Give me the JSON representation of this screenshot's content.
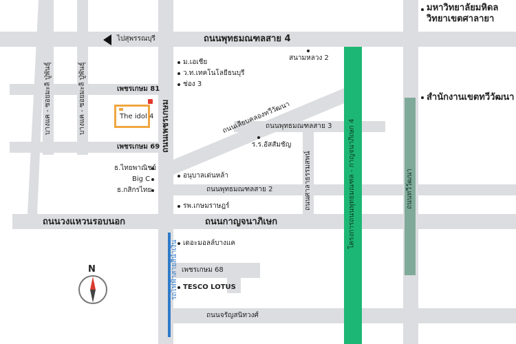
{
  "roads": {
    "main_top": "ถนนพุทธมณฑลสาย 4",
    "main_mid": "ถนนกาญจนาภิเษก",
    "outer_ring": "ถนนวงแหวนรอบนอก",
    "phetkasem_v": "ถนนเพชรเกษม",
    "phetkasem_81": "เพชรเกษม 81",
    "phetkasem_69": "เพชรเกษม 69",
    "phetkasem_68": "เพชรเกษม 68",
    "liab_khlong": "ถนนเลียบคลองทวีวัฒนา",
    "phutthamonthon_3": "ถนนพุทธมณฑลสาย 3",
    "phutthamonthon_2": "ถนนพุทธมณฑลสาย 2",
    "charansanitwong": "ถนนจรัญสนิทวงศ์",
    "left_v1": "บางแค - ซอยมะลิ ปู่พันธุ์",
    "left_v2": "บางแค - ซอยมะลิ ปู่พันธุ์",
    "sai_soi_v": "ถนนศาลาธรรมสพน์",
    "green_road": "โครงการถนนพุทธมณฑล - กาญจนาภิเษก 4",
    "teal_road": "ถนนทวีวัฒนา",
    "blue_road": "รถไฟฟ้าสายสีน้ำเงิน"
  },
  "places": {
    "to_suphan": "ไปสุพรรณบุรี",
    "mahidol_1": "มหาวิทยาลัยมหิดล",
    "mahidol_2": "วิทยาเขตศาลายา",
    "district_office": "สำนักงานเขตทวีวัฒนา",
    "sanam_luang_2": "สนามหลวง 2",
    "m_asia": "ม.เอเชีย",
    "tech": "ว.ท.เทคโนโลยีธนบุรี",
    "ch3": "ช่อง 3",
    "rr_school": "ร.ร.อัสสัมชัญ",
    "kasikorn": "ธ.ไทยพาณิชย์",
    "bigc": "Big C",
    "kasikorn2": "ธ.กสิกรไทย",
    "kindergarten": "อนุบาลเด่นหล้า",
    "hospital": "รพ.เกษมราษฎร์",
    "mall": "เดอะมอลล์บางแค",
    "tesco": "TESCO LOTUS",
    "project": "The idol 4"
  },
  "compass_label": "N",
  "colors": {
    "road": "#dcdde0",
    "green_road": "#1db775",
    "teal_road": "#7faa9a",
    "blue_line": "#2f7ac9",
    "project_border": "#f0a640",
    "project_marker": "#e23b2e",
    "compass_needle": "#d93a2e"
  }
}
